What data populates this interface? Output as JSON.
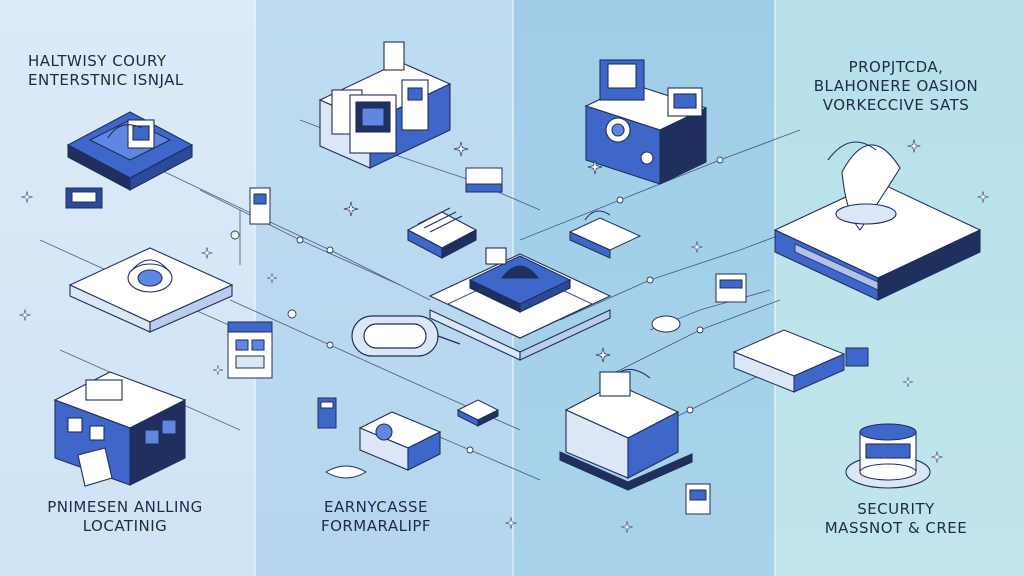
{
  "colors": {
    "panel_1": "#dcebf8",
    "panel_2": "#bfdcf1",
    "panel_3": "#9fcde8",
    "panel_4": "#b7e0ea",
    "accent_blue": "#3f66c9",
    "dark_navy": "#1f2f5e",
    "line": "#2b3b66",
    "text": "#1e2a4a"
  },
  "captions": {
    "top_left": {
      "line1": "HALTWISY COURY",
      "line2": "ENTERSTNIC ISNJAL"
    },
    "top_right": {
      "line1": "PROPJTCDA,",
      "line2": "BLAHONERE OASION",
      "line3": "VORKECCIVE SATS"
    },
    "bottom_1": {
      "line1": "PNIMESEN ANLLING",
      "line2": "LOCATINIG"
    },
    "bottom_2": {
      "line1": "EARNYCASSE",
      "line2": "FORMARALIPF"
    },
    "bottom_4": {
      "line1": "SECURITY",
      "line2": "MASSNOT & CREE"
    }
  },
  "icons": [
    "server-platform-icon",
    "control-tower-icon",
    "router-box-icon",
    "monitor-device-icon",
    "shredder-icon",
    "central-hub-icon",
    "cable-roll-icon",
    "camera-device-icon",
    "machine-block-icon",
    "phone-handset-icon",
    "security-cylinder-icon",
    "sparkle-icon"
  ]
}
